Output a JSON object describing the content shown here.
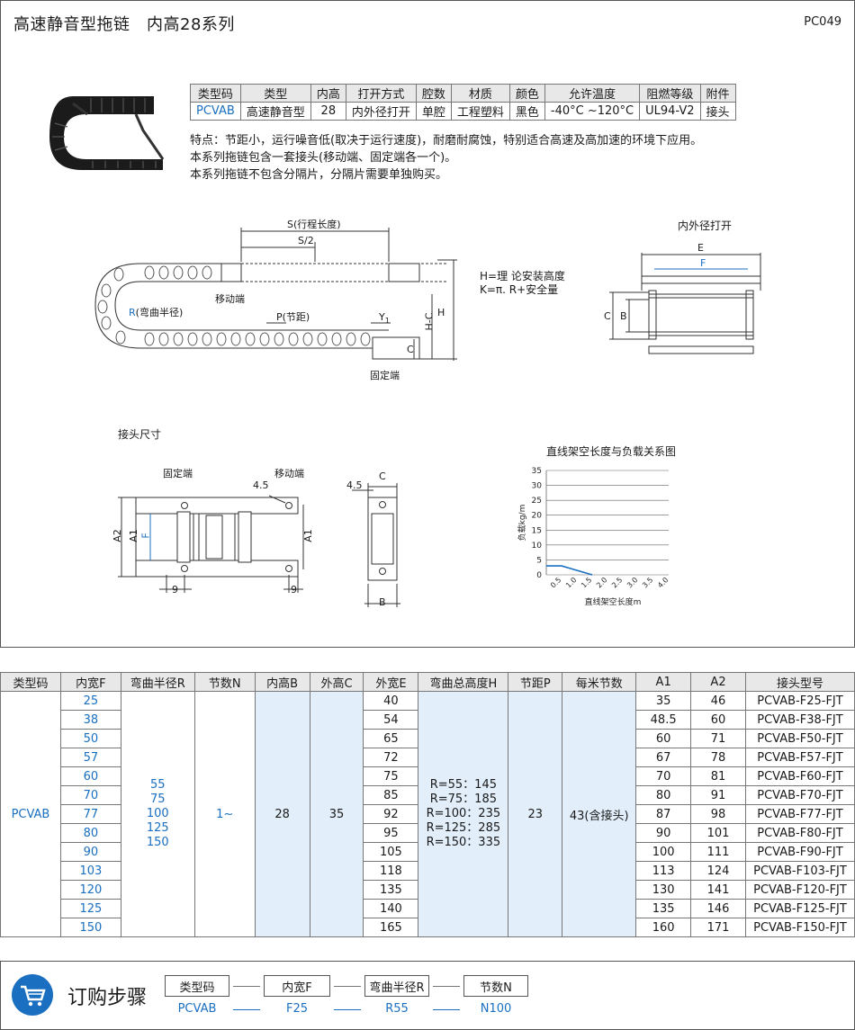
{
  "header": {
    "title": "高速静音型拖链　内高28系列",
    "code": "PC049"
  },
  "spec_table": {
    "headers": [
      "类型码",
      "类型",
      "内高",
      "打开方式",
      "腔数",
      "材质",
      "颜色",
      "允许温度",
      "阻燃等级",
      "附件"
    ],
    "values": [
      "PCVAB",
      "高速静音型",
      "28",
      "内外径打开",
      "单腔",
      "工程塑料",
      "黑色",
      "-40°C ~120°C",
      "UL94-V2",
      "接头"
    ]
  },
  "features": [
    "特点：节距小，运行噪音低(取决于运行速度)，耐磨耐腐蚀，特别适合高速及高加速的环境下应用。",
    "本系列拖链包含一套接头(移动端、固定端各一个)。",
    "本系列拖链不包含分隔片，分隔片需要单独购买。"
  ],
  "main_drawing": {
    "s_label": "S(行程长度)",
    "s2_label": "S/2",
    "moving_end": "移动端",
    "fixed_end": "固定端",
    "radius_label": "R",
    "radius_text": "(弯曲半径)",
    "pitch_label": "P(节距)",
    "y1_label": "Y",
    "y1_sub": "1",
    "h_label": "H",
    "hc_label": "H-C",
    "c_label": "C",
    "formula_h": "H=理 论安装高度",
    "formula_k": "K=π. R+安全量"
  },
  "open_drawing": {
    "title": "内外径打开",
    "e_label": "E",
    "f_label": "F",
    "c_label": "C",
    "b_label": "B"
  },
  "joint_drawing": {
    "title": "接头尺寸",
    "fixed_end": "固定端",
    "moving_end": "移动端",
    "a2": "A2",
    "a1": "A1",
    "f": "F",
    "nine": "9",
    "hole": "4.5",
    "c": "C",
    "b": "B"
  },
  "chart_data": {
    "type": "line",
    "title": "直线架空长度与负载关系图",
    "xlabel": "直线架空长度m",
    "ylabel": "负载kg/m",
    "x_ticks": [
      "0.5",
      "1.0",
      "1.5",
      "2.0",
      "2.5",
      "3.0",
      "3.5",
      "4.0"
    ],
    "y_ticks": [
      "0",
      "5",
      "10",
      "15",
      "20",
      "25",
      "30",
      "35"
    ],
    "ylim": [
      0,
      35
    ],
    "grid": true,
    "series": [
      {
        "x": [
          0,
          0.5,
          1.5
        ],
        "y": [
          3,
          3,
          0
        ]
      }
    ],
    "line_color": "#1a6fc0"
  },
  "main_table": {
    "headers": [
      "类型码",
      "内宽F",
      "弯曲半径R",
      "节数N",
      "内高B",
      "外高C",
      "外宽E",
      "弯曲总高度H",
      "节距P",
      "每米节数",
      "A1",
      "A2",
      "接头型号"
    ],
    "type_code": "PCVAB",
    "radius_values": [
      "55",
      "75",
      "100",
      "125",
      "150"
    ],
    "links": "1~",
    "inner_height": "28",
    "outer_height": "35",
    "bend_heights": [
      "R=55：145",
      "R=75：185",
      "R=100：235",
      "R=125：285",
      "R=150：335"
    ],
    "pitch": "23",
    "links_per_meter": "43(含接头)",
    "rows": [
      {
        "f": "25",
        "e": "40",
        "a1": "35",
        "a2": "46",
        "model": "PCVAB-F25-FJT"
      },
      {
        "f": "38",
        "e": "54",
        "a1": "48.5",
        "a2": "60",
        "model": "PCVAB-F38-FJT"
      },
      {
        "f": "50",
        "e": "65",
        "a1": "60",
        "a2": "71",
        "model": "PCVAB-F50-FJT"
      },
      {
        "f": "57",
        "e": "72",
        "a1": "67",
        "a2": "78",
        "model": "PCVAB-F57-FJT"
      },
      {
        "f": "60",
        "e": "75",
        "a1": "70",
        "a2": "81",
        "model": "PCVAB-F60-FJT"
      },
      {
        "f": "70",
        "e": "85",
        "a1": "80",
        "a2": "91",
        "model": "PCVAB-F70-FJT"
      },
      {
        "f": "77",
        "e": "92",
        "a1": "87",
        "a2": "98",
        "model": "PCVAB-F77-FJT"
      },
      {
        "f": "80",
        "e": "95",
        "a1": "90",
        "a2": "101",
        "model": "PCVAB-F80-FJT"
      },
      {
        "f": "90",
        "e": "105",
        "a1": "100",
        "a2": "111",
        "model": "PCVAB-F90-FJT"
      },
      {
        "f": "103",
        "e": "118",
        "a1": "113",
        "a2": "124",
        "model": "PCVAB-F103-FJT"
      },
      {
        "f": "120",
        "e": "135",
        "a1": "130",
        "a2": "141",
        "model": "PCVAB-F120-FJT"
      },
      {
        "f": "125",
        "e": "140",
        "a1": "135",
        "a2": "146",
        "model": "PCVAB-F125-FJT"
      },
      {
        "f": "150",
        "e": "165",
        "a1": "160",
        "a2": "171",
        "model": "PCVAB-F150-FJT"
      }
    ]
  },
  "order": {
    "title": "订购步骤",
    "steps": [
      {
        "label": "类型码",
        "value": "PCVAB"
      },
      {
        "label": "内宽F",
        "value": "F25"
      },
      {
        "label": "弯曲半径R",
        "value": "R55"
      },
      {
        "label": "节数N",
        "value": "N100"
      }
    ]
  }
}
